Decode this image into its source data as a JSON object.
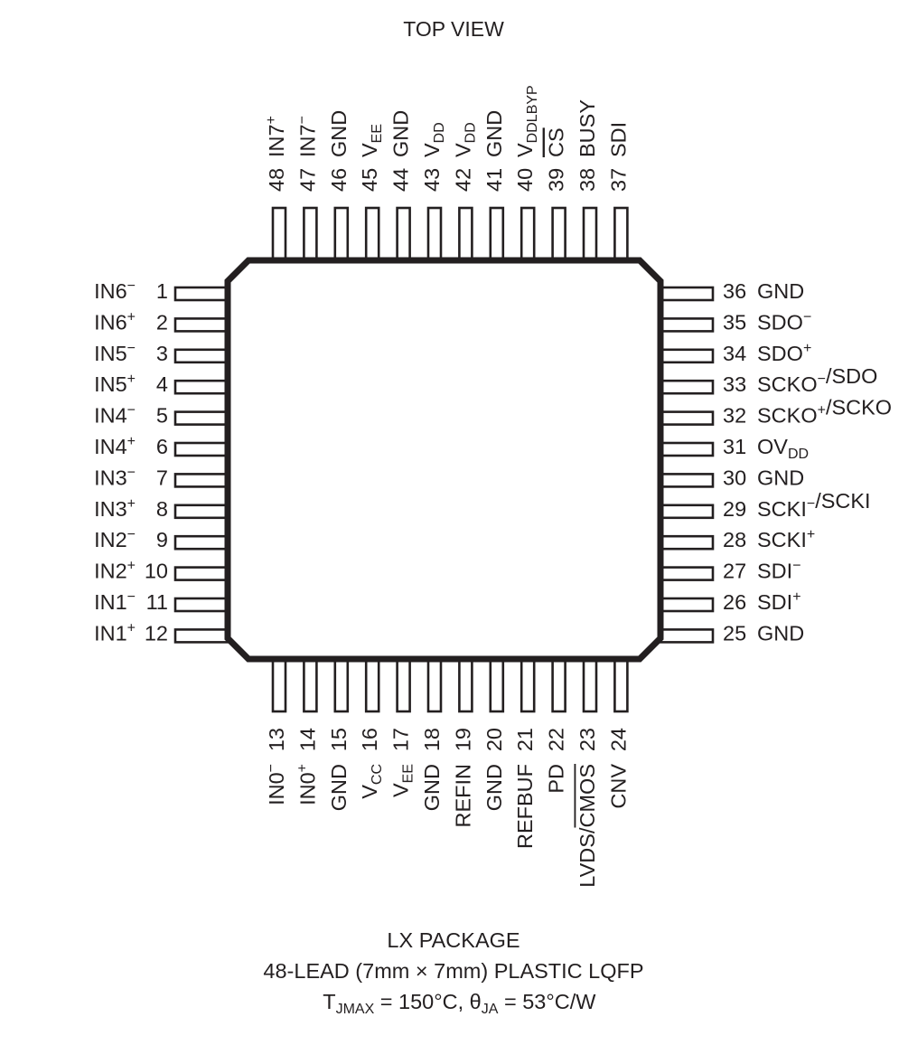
{
  "title": "TOP VIEW",
  "package": {
    "name": "LX PACKAGE",
    "description": "48-LEAD (7mm × 7mm) PLASTIC LQFP",
    "thermal_prefix": "T",
    "thermal_sub1": "JMAX",
    "thermal_mid": " = 150°C, ",
    "theta": "θ",
    "thermal_sub2": "JA",
    "thermal_end": " = 53°C/W",
    "lead_count": 48,
    "body_size_mm": "7mm × 7mm",
    "tjmax_c": "150",
    "theta_ja_c_per_w": "53"
  },
  "colors": {
    "ink": "#231f20",
    "background": "#ffffff"
  },
  "pins": {
    "left": [
      {
        "num": "1",
        "base": "IN6",
        "sup": "−"
      },
      {
        "num": "2",
        "base": "IN6",
        "sup": "+"
      },
      {
        "num": "3",
        "base": "IN5",
        "sup": "−"
      },
      {
        "num": "4",
        "base": "IN5",
        "sup": "+"
      },
      {
        "num": "5",
        "base": "IN4",
        "sup": "−"
      },
      {
        "num": "6",
        "base": "IN4",
        "sup": "+"
      },
      {
        "num": "7",
        "base": "IN3",
        "sup": "−"
      },
      {
        "num": "8",
        "base": "IN3",
        "sup": "+"
      },
      {
        "num": "9",
        "base": "IN2",
        "sup": "−"
      },
      {
        "num": "10",
        "base": "IN2",
        "sup": "+"
      },
      {
        "num": "11",
        "base": "IN1",
        "sup": "−"
      },
      {
        "num": "12",
        "base": "IN1",
        "sup": "+"
      }
    ],
    "bottom": [
      {
        "num": "13",
        "base": "IN0",
        "sup": "−"
      },
      {
        "num": "14",
        "base": "IN0",
        "sup": "+"
      },
      {
        "num": "15",
        "base": "GND"
      },
      {
        "num": "16",
        "base": "V",
        "sub": "CC"
      },
      {
        "num": "17",
        "base": "V",
        "sub": "EE"
      },
      {
        "num": "18",
        "base": "GND"
      },
      {
        "num": "19",
        "base": "REFIN"
      },
      {
        "num": "20",
        "base": "GND"
      },
      {
        "num": "21",
        "base": "REFBUF"
      },
      {
        "num": "22",
        "base": "PD"
      },
      {
        "num": "23",
        "base": "LVDS/",
        "over": "CMOS"
      },
      {
        "num": "24",
        "base": "CNV"
      }
    ],
    "right": [
      {
        "num": "36",
        "base": "GND"
      },
      {
        "num": "35",
        "base": "SDO",
        "sup": "−"
      },
      {
        "num": "34",
        "base": "SDO",
        "sup": "+"
      },
      {
        "num": "33",
        "base": "SCKO",
        "sup": "−",
        "tail": "/SDO"
      },
      {
        "num": "32",
        "base": "SCKO",
        "sup": "+",
        "tail": "/SCKO"
      },
      {
        "num": "31",
        "base": "OV",
        "sub": "DD"
      },
      {
        "num": "30",
        "base": "GND"
      },
      {
        "num": "29",
        "base": "SCKI",
        "sup": "−",
        "tail": "/SCKI"
      },
      {
        "num": "28",
        "base": "SCKI",
        "sup": "+"
      },
      {
        "num": "27",
        "base": "SDI",
        "sup": "−"
      },
      {
        "num": "26",
        "base": "SDI",
        "sup": "+"
      },
      {
        "num": "25",
        "base": "GND"
      }
    ],
    "top": [
      {
        "num": "48",
        "base": "IN7",
        "sup": "+"
      },
      {
        "num": "47",
        "base": "IN7",
        "sup": "−"
      },
      {
        "num": "46",
        "base": "GND"
      },
      {
        "num": "45",
        "base": "V",
        "sub": "EE"
      },
      {
        "num": "44",
        "base": "GND"
      },
      {
        "num": "43",
        "base": "V",
        "sub": "DD"
      },
      {
        "num": "42",
        "base": "V",
        "sub": "DD"
      },
      {
        "num": "41",
        "base": "GND"
      },
      {
        "num": "40",
        "base": "V",
        "sub": "DDLBYP"
      },
      {
        "num": "39",
        "base": "",
        "over": "CS"
      },
      {
        "num": "38",
        "base": "BUSY"
      },
      {
        "num": "37",
        "base": "SDI"
      }
    ]
  }
}
